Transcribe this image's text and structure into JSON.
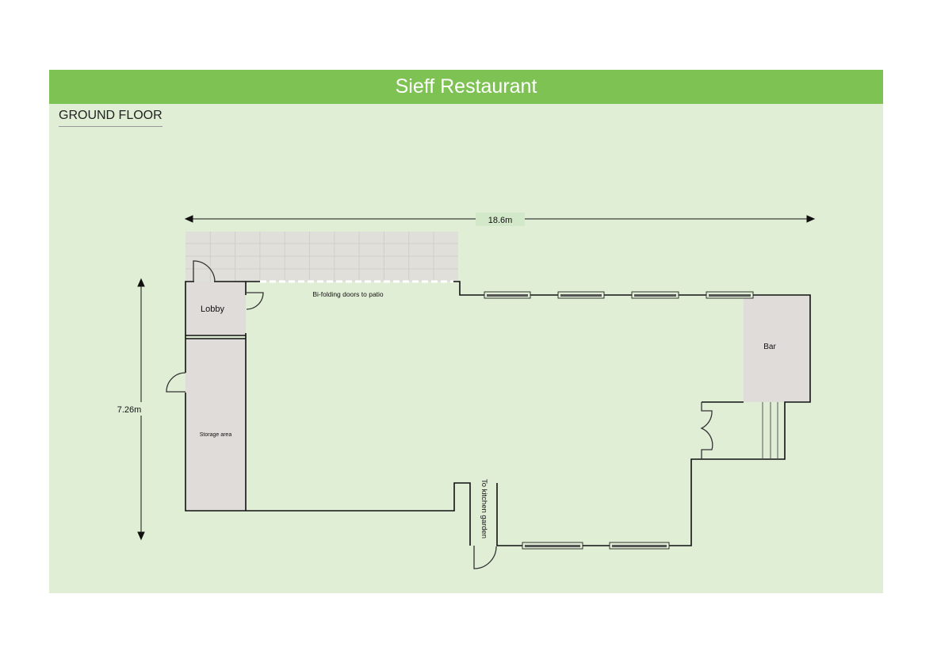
{
  "title": "Sieff Restaurant",
  "floor_label": "GROUND FLOOR",
  "dimensions": {
    "width": "18.6m",
    "depth": "7.26m"
  },
  "rooms": {
    "lobby": "Lobby",
    "storage": "Storage area",
    "bar": "Bar"
  },
  "annotations": {
    "bifold": "Bi-folding doors to patio",
    "kitchen_garden": "To kitchen garden"
  },
  "colors": {
    "header": "#7dc253",
    "background": "#e1eed6",
    "room": "#e0dcd9",
    "wall": "#111111"
  }
}
